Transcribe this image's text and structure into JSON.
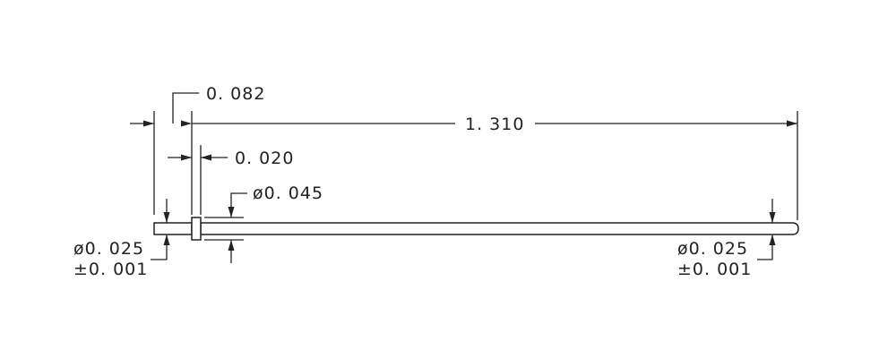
{
  "drawing": {
    "overall_length": "1. 310",
    "collar_position": "0. 082",
    "collar_width": "0. 020",
    "collar_diameter": "ø0. 045",
    "left_diameter": "ø0. 025",
    "left_tolerance": "±0. 001",
    "right_diameter": "ø0. 025",
    "right_tolerance": "±0. 001"
  }
}
